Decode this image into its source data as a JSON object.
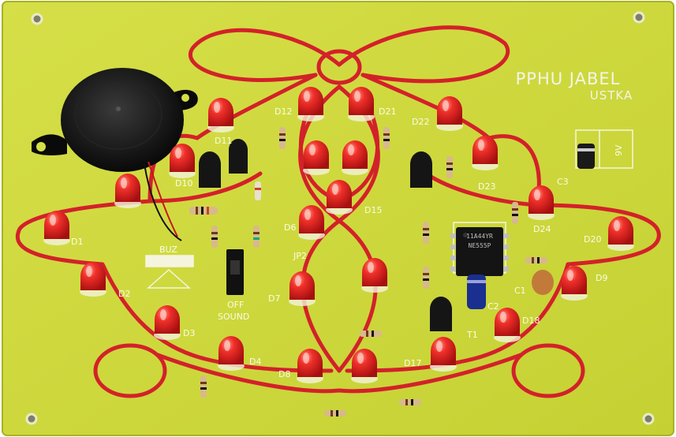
{
  "board": {
    "brand_line1": "PPHU  JABEL",
    "brand_line2": "USTKA",
    "colors": {
      "pcb": "#cdd83a",
      "pcb_edge": "#b9c52b",
      "trace": "#d3212a",
      "led": "#e0241c",
      "silk": "#fbfbe6",
      "buzzer": "#0f0f0f"
    }
  },
  "labels": {
    "D1": "D1",
    "D2": "D2",
    "D3": "D3",
    "D4": "D4",
    "D6": "D6",
    "D7": "D7",
    "D8": "D8",
    "D9": "D9",
    "D10": "D10",
    "D11": "D11",
    "D12": "D12",
    "D15": "D15",
    "D17": "D17",
    "D18": "D18",
    "D20": "D20",
    "D21": "D21",
    "D22": "D22",
    "D23": "D23",
    "D24": "D24",
    "C1": "C1",
    "C2": "C2",
    "C3": "C3",
    "T1": "T1",
    "JP2": "JP2",
    "BUZ": "BUZ",
    "OFF": "OFF",
    "SOUND": "SOUND",
    "V9": "9V"
  },
  "ic": {
    "line1": "11A44YR",
    "line2": "NE555P"
  },
  "icons": [
    "buzzer-icon",
    "led-icon",
    "resistor-icon",
    "transistor-icon",
    "capacitor-icon",
    "switch-icon",
    "ic-chip-icon",
    "mounting-hole-icon"
  ]
}
